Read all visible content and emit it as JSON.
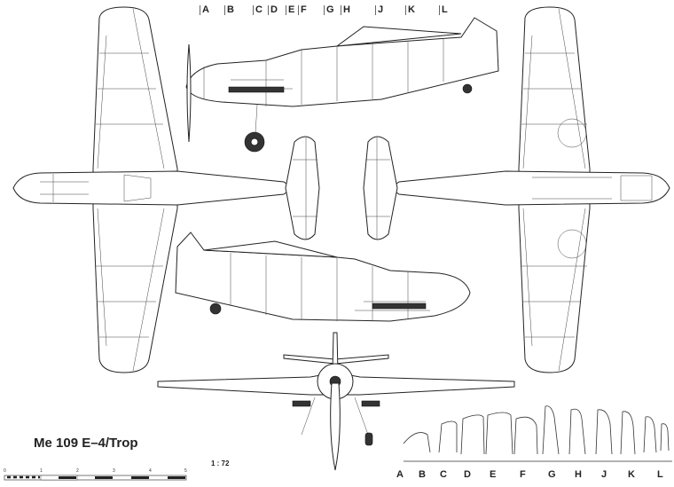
{
  "title": "Me 109 E–4/Trop",
  "scale_ratio": "1 : 72",
  "scale_bar_ticks": [
    "0",
    "1",
    "2",
    "3",
    "4",
    "5"
  ],
  "section_markers_top": [
    "A",
    "B",
    "C",
    "D",
    "E",
    "F",
    "G",
    "H",
    "J",
    "K",
    "L"
  ],
  "section_labels_bottom": [
    "A",
    "B",
    "C",
    "D",
    "E",
    "F",
    "G",
    "H",
    "J",
    "K",
    "L"
  ]
}
